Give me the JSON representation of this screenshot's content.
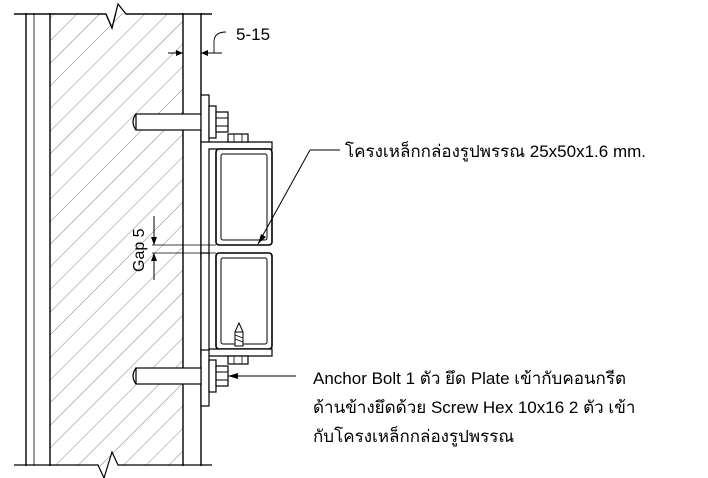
{
  "dimensions": {
    "offset_label": "5-15",
    "gap_label": "Gap 5"
  },
  "callouts": {
    "tube_label": "โครงเหล็กกล่องรูปพรรณ 25x50x1.6 mm.",
    "anchor_lines": [
      "Anchor Bolt 1 ตัว ยึด Plate เข้ากับคอนกรีต",
      "ด้านข้างยึดด้วย Screw Hex 10x16 2 ตัว เข้า",
      "กับโครงเหล็กกล่องรูปพรรณ"
    ]
  }
}
